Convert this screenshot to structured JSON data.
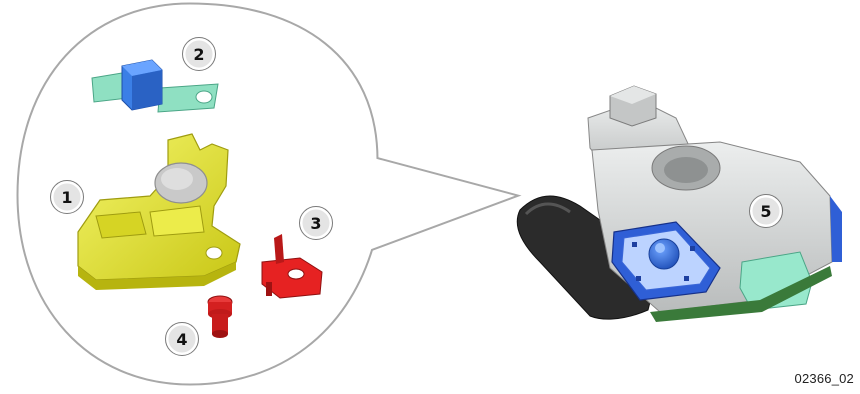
{
  "figure": {
    "code": "02366_02",
    "callouts": [
      {
        "id": "1",
        "label": "1",
        "part": "yellow-clamp-bracket"
      },
      {
        "id": "2",
        "label": "2",
        "part": "fuse-strip-blue-block"
      },
      {
        "id": "3",
        "label": "3",
        "part": "red-square-clip"
      },
      {
        "id": "4",
        "label": "4",
        "part": "red-plug-pin"
      },
      {
        "id": "5",
        "label": "5",
        "part": "battery-terminal-assembly"
      }
    ]
  },
  "colors": {
    "yellow_part": "#e6ea3a",
    "teal_strip": "#7fd6b8",
    "blue_block": "#2f6fd8",
    "red_part": "#e02020",
    "assembly_gray": "#d6d8d8",
    "cable_black": "#2a2a2a",
    "bubble_outline": "#9a9a9a"
  }
}
